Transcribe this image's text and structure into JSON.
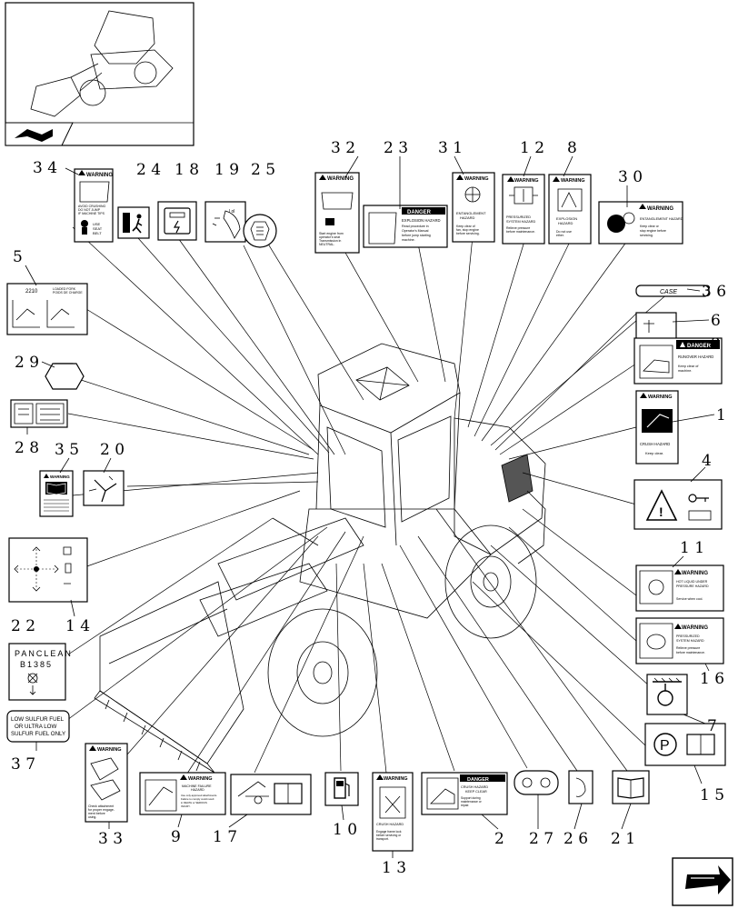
{
  "callouts": [
    {
      "id": "34",
      "text": "3 4"
    },
    {
      "id": "24",
      "text": "2 4"
    },
    {
      "id": "18",
      "text": "1 8"
    },
    {
      "id": "19",
      "text": "1 9"
    },
    {
      "id": "25",
      "text": "2 5"
    },
    {
      "id": "32",
      "text": "3 2"
    },
    {
      "id": "23",
      "text": "2 3"
    },
    {
      "id": "31",
      "text": "3 1"
    },
    {
      "id": "12",
      "text": "1 2"
    },
    {
      "id": "8",
      "text": "8"
    },
    {
      "id": "30",
      "text": "3 0"
    },
    {
      "id": "36",
      "text": "3 6"
    },
    {
      "id": "6",
      "text": "6"
    },
    {
      "id": "3",
      "text": "3"
    },
    {
      "id": "1",
      "text": "1"
    },
    {
      "id": "4",
      "text": "4"
    },
    {
      "id": "11",
      "text": "1 1"
    },
    {
      "id": "16",
      "text": "1 6"
    },
    {
      "id": "7",
      "text": "7"
    },
    {
      "id": "15",
      "text": "1 5"
    },
    {
      "id": "5",
      "text": "5"
    },
    {
      "id": "29",
      "text": "2 9"
    },
    {
      "id": "28",
      "text": "2 8"
    },
    {
      "id": "35",
      "text": "3 5"
    },
    {
      "id": "20",
      "text": "2 0"
    },
    {
      "id": "14",
      "text": "1 4"
    },
    {
      "id": "22",
      "text": "2 2"
    },
    {
      "id": "37",
      "text": "3 7"
    },
    {
      "id": "33",
      "text": "3 3"
    },
    {
      "id": "9",
      "text": "9"
    },
    {
      "id": "17",
      "text": "1 7"
    },
    {
      "id": "10",
      "text": "1 0"
    },
    {
      "id": "13",
      "text": "1 3"
    },
    {
      "id": "2",
      "text": "2"
    },
    {
      "id": "27",
      "text": "2 7"
    },
    {
      "id": "26",
      "text": "2 6"
    },
    {
      "id": "21",
      "text": "2 1"
    }
  ],
  "decals": {
    "warning": "WARNING",
    "danger": "DANGER",
    "d34": [
      "AVOID CRUSHING",
      "DO NOT JUMP",
      "IF MACHINE TIPS",
      "USE",
      "SEAT",
      "BELT"
    ],
    "d32": [
      "Start engine from",
      "operator's seat",
      "Transmission in",
      "NEUTRAL."
    ],
    "d23": [
      "EXPLOSION HAZARD",
      "Read procedure in",
      "Operator's Manual",
      "before jump starting",
      "machine."
    ],
    "d31": [
      "ENTANGLEMENT",
      "HAZARD",
      "Keep clear of",
      "fan, stop engine",
      "before servicing."
    ],
    "d12": [
      "PRESSURIZED",
      "SYSTEM HAZARD",
      "Relieve pressure",
      "before maintenance."
    ],
    "d8": [
      "EXPLOSION",
      "HAZARD",
      "Do not use",
      "ether."
    ],
    "d30": [
      "ENTANGLEMENT HAZARD",
      "Keep clear or",
      "stop engine before",
      "servicing."
    ],
    "d5": [
      "2210",
      "LOADED FORK",
      "POIDS DE CHARGE"
    ],
    "d3": [
      "RUNOVER HAZARD",
      "Keep clear of",
      "machine."
    ],
    "d1": [
      "CRUSH HAZARD",
      "Keep clear."
    ],
    "d11": [
      "HOT LIQUID UNDER",
      "PRESSURE HAZARD",
      "Service when cool."
    ],
    "d16": [
      "PRESSURIZED",
      "SYSTEM HAZARD",
      "Relieve pressure",
      "before maintenance."
    ],
    "d22": [
      "PANCLEAN",
      "B1385"
    ],
    "d37": [
      "LOW SULFUR FUEL",
      "OR ULTRA LOW",
      "SULFUR FUEL ONLY"
    ],
    "d33": [
      "Check attachment",
      "for proper engage-",
      "ment before",
      "using."
    ],
    "d9": [
      "MACHINE FAILURE",
      "HAZARD",
      "Use only approved attachments.",
      "Failure to comply could result",
      "in DEATH or SERIOUS",
      "INJURY."
    ],
    "d13": [
      "CRUSH HAZARD",
      "Engage frame lock",
      "before servicing or",
      "transport."
    ],
    "d2": [
      "CRUSH HAZARD",
      "KEEP CLEAR",
      "Support during",
      "maintenance or",
      "repair."
    ],
    "d15": [
      "P"
    ]
  },
  "icons": [
    "machine-thumbnail-icon",
    "corner-arrow-icon",
    "page-forward-arrow-icon"
  ]
}
